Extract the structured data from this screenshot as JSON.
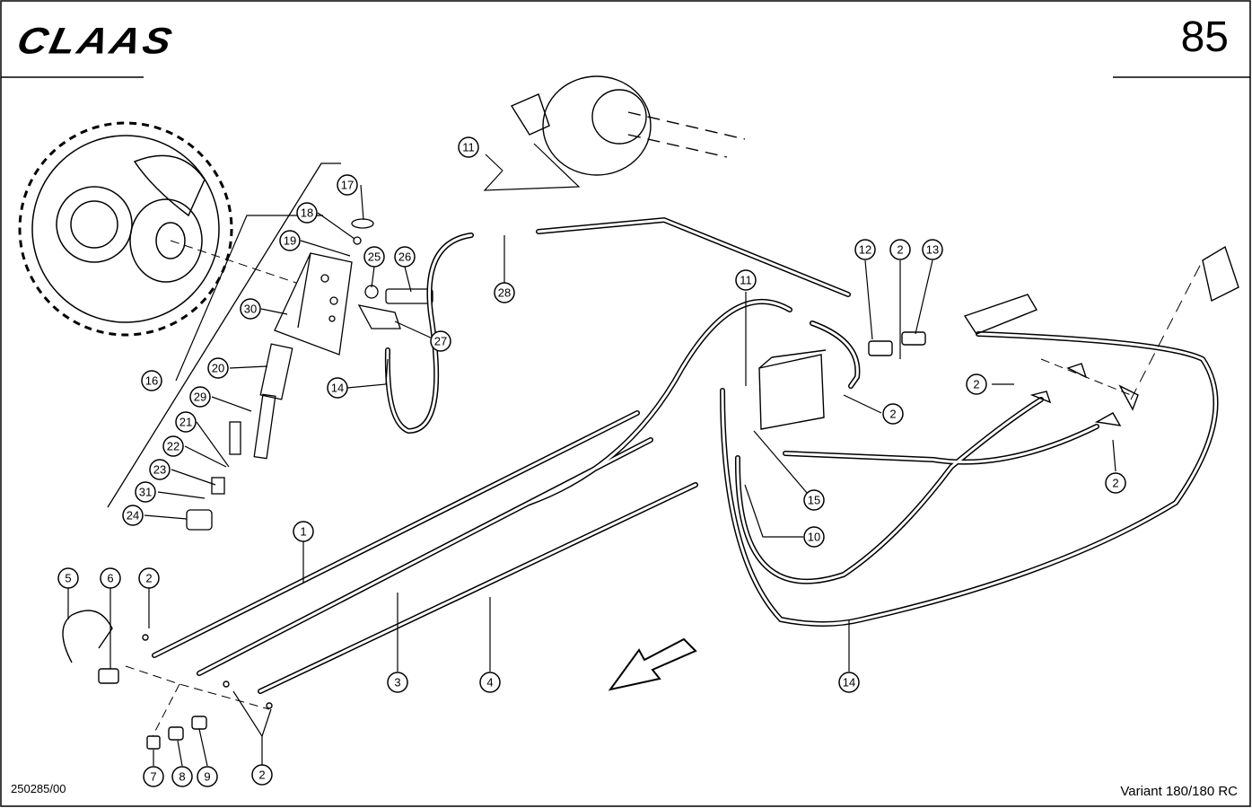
{
  "header": {
    "brand": "CLAAS",
    "page_number": "85"
  },
  "footer": {
    "document_id": "250285/00",
    "model": "Variant 180/180 RC"
  },
  "callouts": [
    {
      "id": "c1",
      "label": "1"
    },
    {
      "id": "c2a",
      "label": "2"
    },
    {
      "id": "c2b",
      "label": "2"
    },
    {
      "id": "c2c",
      "label": "2"
    },
    {
      "id": "c2d",
      "label": "2"
    },
    {
      "id": "c2e",
      "label": "2"
    },
    {
      "id": "c2f",
      "label": "2"
    },
    {
      "id": "c3",
      "label": "3"
    },
    {
      "id": "c4",
      "label": "4"
    },
    {
      "id": "c5",
      "label": "5"
    },
    {
      "id": "c6",
      "label": "6"
    },
    {
      "id": "c7",
      "label": "7"
    },
    {
      "id": "c8",
      "label": "8"
    },
    {
      "id": "c9",
      "label": "9"
    },
    {
      "id": "c10",
      "label": "10"
    },
    {
      "id": "c11a",
      "label": "11"
    },
    {
      "id": "c11b",
      "label": "11"
    },
    {
      "id": "c12",
      "label": "12"
    },
    {
      "id": "c13",
      "label": "13"
    },
    {
      "id": "c14a",
      "label": "14"
    },
    {
      "id": "c14b",
      "label": "14"
    },
    {
      "id": "c15",
      "label": "15"
    },
    {
      "id": "c16",
      "label": "16"
    },
    {
      "id": "c17",
      "label": "17"
    },
    {
      "id": "c18",
      "label": "18"
    },
    {
      "id": "c19",
      "label": "19"
    },
    {
      "id": "c20",
      "label": "20"
    },
    {
      "id": "c21",
      "label": "21"
    },
    {
      "id": "c22",
      "label": "22"
    },
    {
      "id": "c23",
      "label": "23"
    },
    {
      "id": "c24",
      "label": "24"
    },
    {
      "id": "c25",
      "label": "25"
    },
    {
      "id": "c26",
      "label": "26"
    },
    {
      "id": "c27",
      "label": "27"
    },
    {
      "id": "c28",
      "label": "28"
    },
    {
      "id": "c29",
      "label": "29"
    },
    {
      "id": "c30",
      "label": "30"
    },
    {
      "id": "c31",
      "label": "31"
    }
  ]
}
